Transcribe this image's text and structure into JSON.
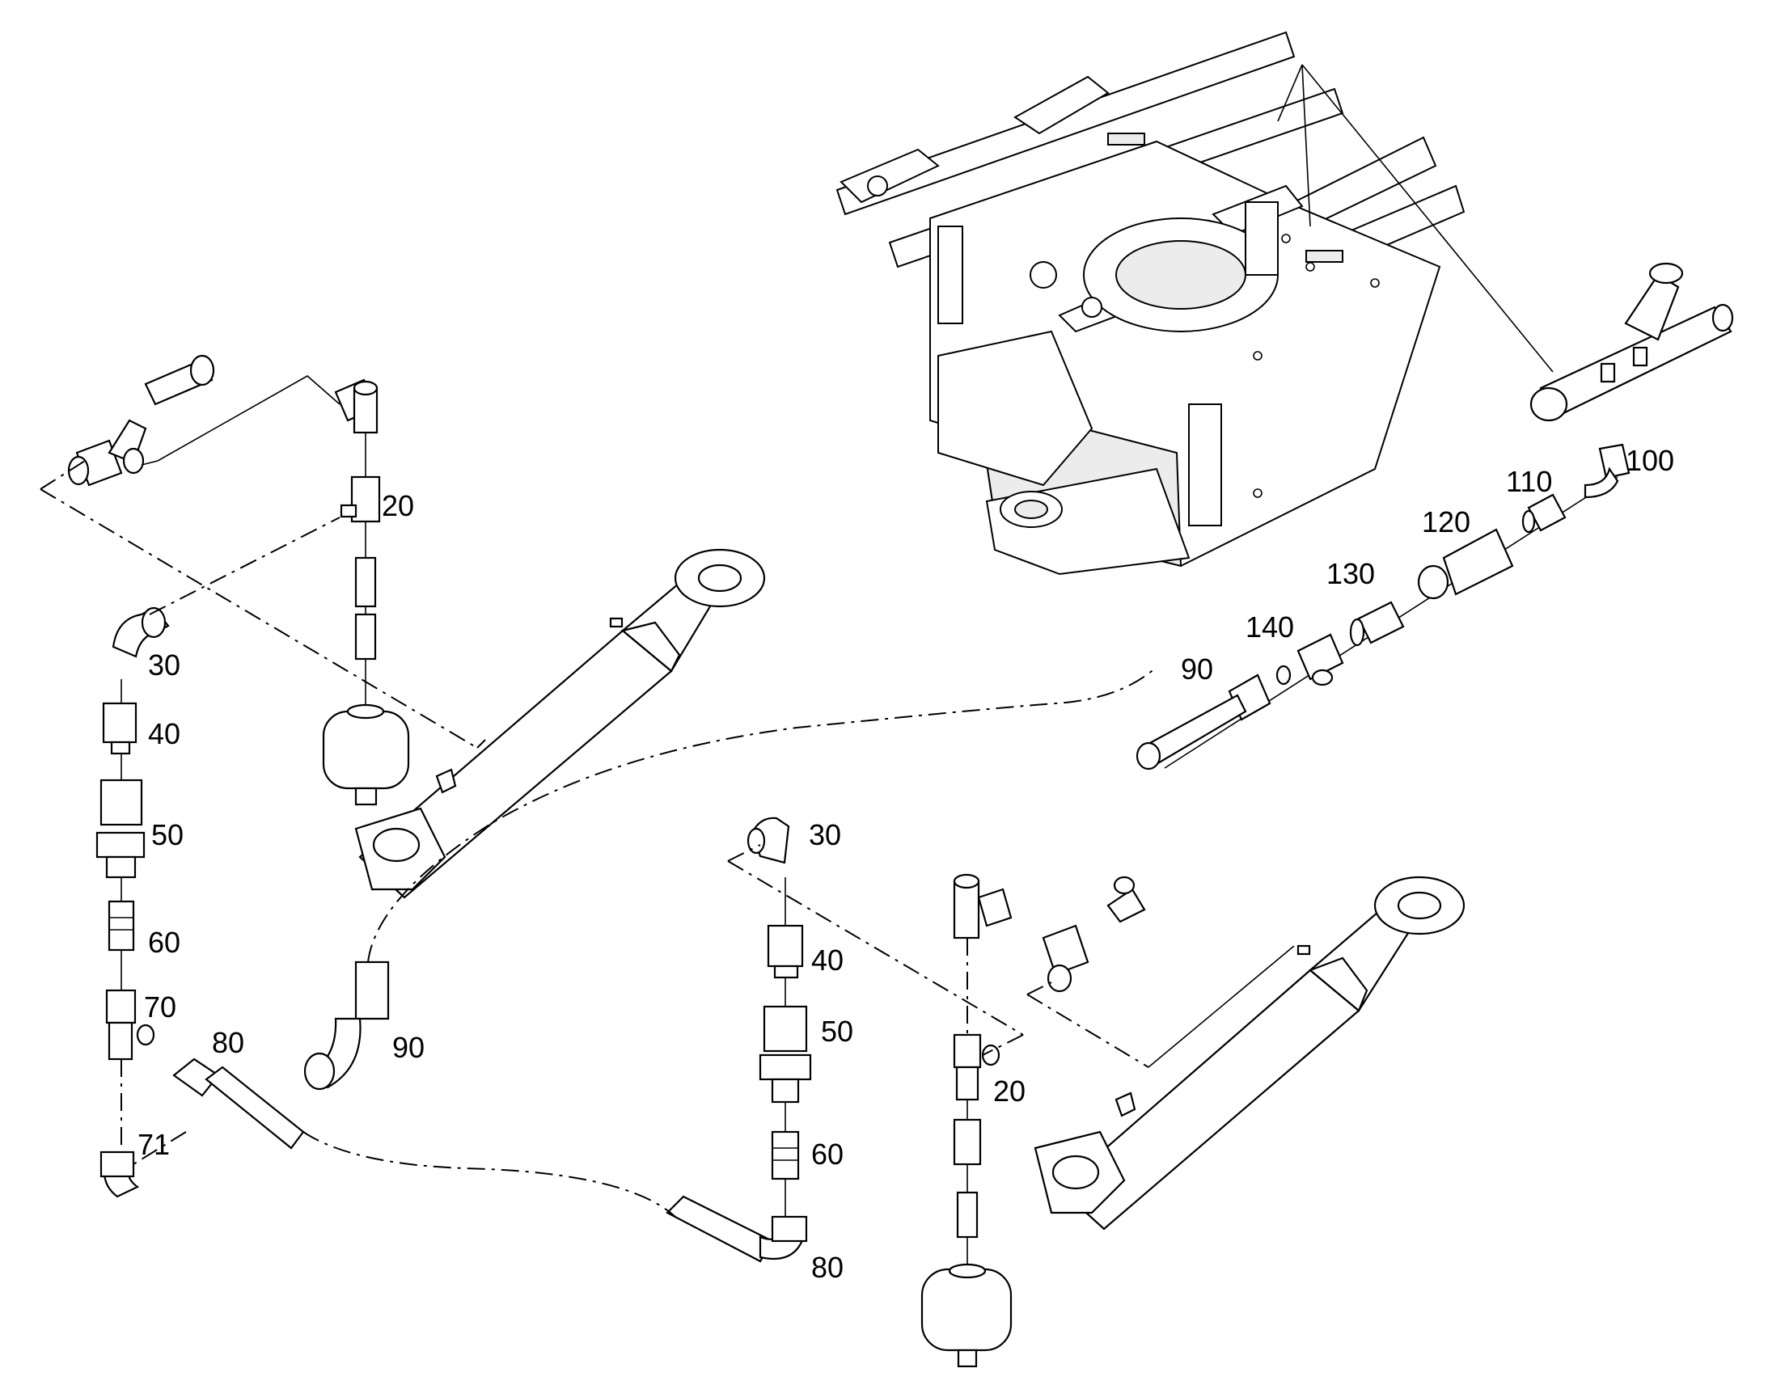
{
  "callouts": [
    {
      "id": "20a",
      "text": "20"
    },
    {
      "id": "30a",
      "text": "30"
    },
    {
      "id": "40a",
      "text": "40"
    },
    {
      "id": "50a",
      "text": "50"
    },
    {
      "id": "60a",
      "text": "60"
    },
    {
      "id": "70",
      "text": "70"
    },
    {
      "id": "71",
      "text": "71"
    },
    {
      "id": "80a",
      "text": "80"
    },
    {
      "id": "90a",
      "text": "90"
    },
    {
      "id": "90b",
      "text": "90"
    },
    {
      "id": "100",
      "text": "100"
    },
    {
      "id": "110",
      "text": "110"
    },
    {
      "id": "120",
      "text": "120"
    },
    {
      "id": "130",
      "text": "130"
    },
    {
      "id": "140",
      "text": "140"
    },
    {
      "id": "30b",
      "text": "30"
    },
    {
      "id": "40b",
      "text": "40"
    },
    {
      "id": "50b",
      "text": "50"
    },
    {
      "id": "60b",
      "text": "60"
    },
    {
      "id": "80b",
      "text": "80"
    },
    {
      "id": "20b",
      "text": "20"
    }
  ],
  "colors": {
    "line": "#000000",
    "background": "#ffffff",
    "shade": "#d8d8d8"
  }
}
